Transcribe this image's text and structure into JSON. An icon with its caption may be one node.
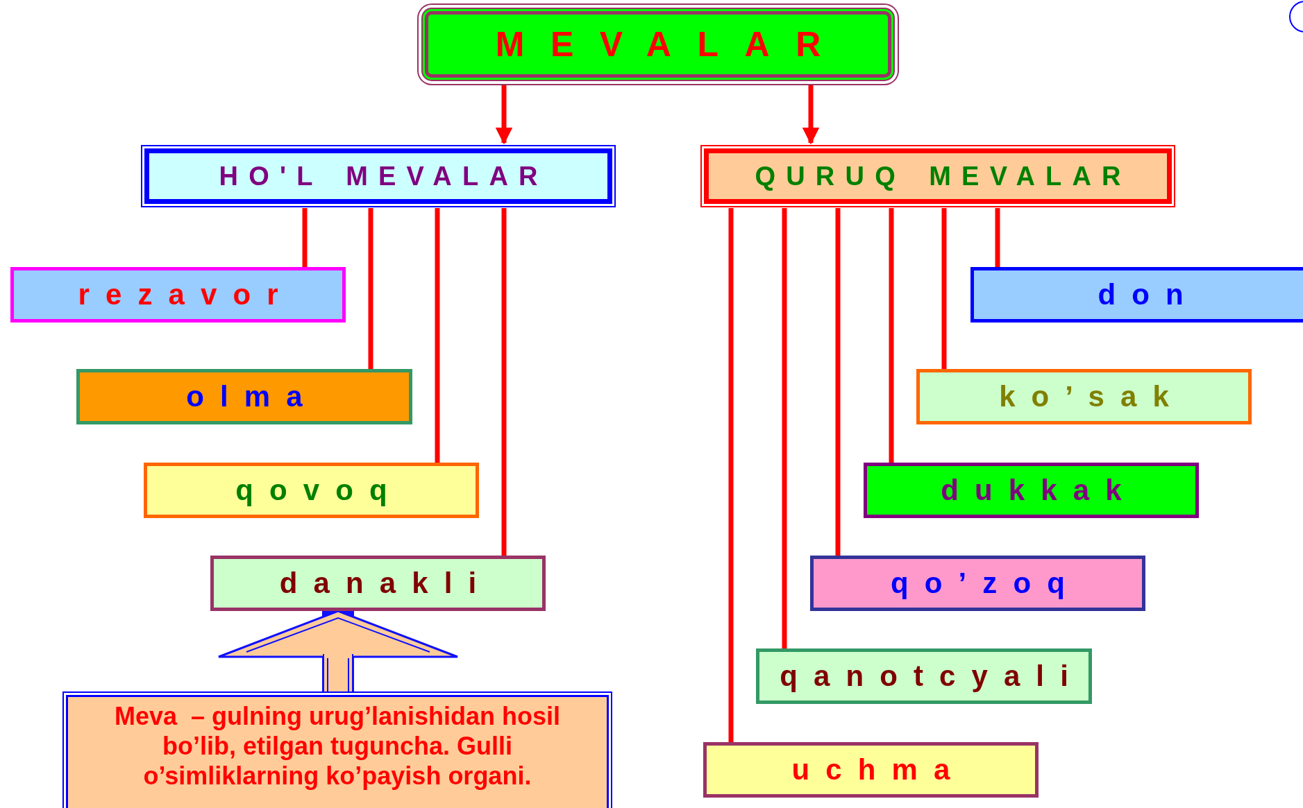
{
  "diagram": {
    "nodes": [
      {
        "text": [
          "MEVALAR"
        ]
      },
      {
        "text": [
          "HO'L MEVALAR"
        ]
      },
      {
        "text": [
          "QURUQ MEVALAR"
        ]
      },
      {
        "text": [
          "rezavor"
        ]
      },
      {
        "text": [
          "olma"
        ]
      },
      {
        "text": [
          "qovoq"
        ]
      },
      {
        "text": [
          "danakli"
        ]
      },
      {
        "text": [
          "don"
        ]
      },
      {
        "text": [
          "ko’sak"
        ]
      },
      {
        "text": [
          "dukkak"
        ]
      },
      {
        "text": [
          "qo’zoq"
        ]
      },
      {
        "text": [
          "qanotcyali"
        ]
      },
      {
        "text": [
          "uchma"
        ]
      },
      {
        "text": [
          "Meva  – gulning urug’lanishidan hosil bo’lib, etilgan tuguncha. Gulli o’simliklarning ko’payish organi."
        ]
      }
    ],
    "edges": [
      {
        "from": 0,
        "to": 1,
        "arrow": "to"
      },
      {
        "from": 0,
        "to": 2,
        "arrow": "to"
      },
      {
        "from": 1,
        "to": 3,
        "arrow": "none"
      },
      {
        "from": 1,
        "to": 4,
        "arrow": "none"
      },
      {
        "from": 1,
        "to": 5,
        "arrow": "none"
      },
      {
        "from": 1,
        "to": 6,
        "arrow": "none"
      },
      {
        "from": 2,
        "to": 12,
        "arrow": "none"
      },
      {
        "from": 2,
        "to": 11,
        "arrow": "none"
      },
      {
        "from": 2,
        "to": 10,
        "arrow": "none"
      },
      {
        "from": 2,
        "to": 9,
        "arrow": "none"
      },
      {
        "from": 2,
        "to": 8,
        "arrow": "none"
      },
      {
        "from": 2,
        "to": 7,
        "arrow": "none"
      },
      {
        "from": 13,
        "to": 6,
        "arrow": "to",
        "style": "thick",
        "color": "#1010ff"
      }
    ]
  }
}
